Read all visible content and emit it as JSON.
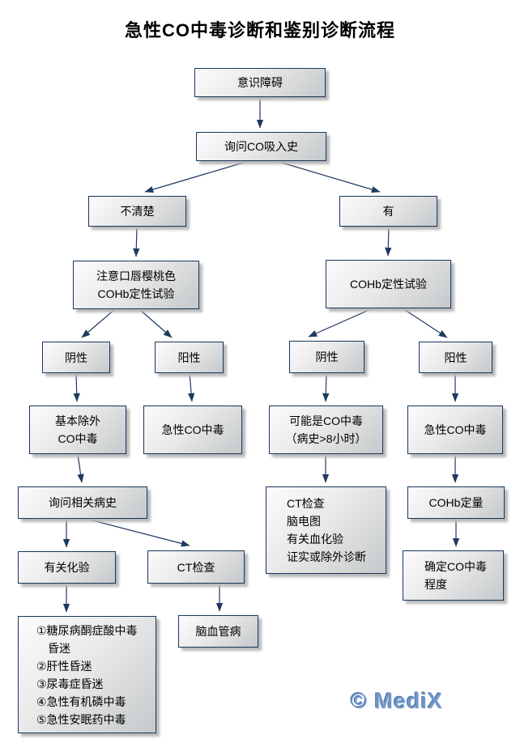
{
  "title": "急性CO中毒诊断和鉴别诊断流程",
  "watermark": "© MediX",
  "colors": {
    "box_border": "#17375d",
    "arrow": "#1f3a5f",
    "box_fill_light": "#fcfcfc",
    "box_fill_dark": "#c5c9cb",
    "watermark_blue": "#7096c8",
    "title_text": "#000000"
  },
  "nodes": {
    "consciousness_disorder": {
      "label": "意识障碍"
    },
    "ask_co_history": {
      "label": "询问CO吸入史"
    },
    "unclear": {
      "label": "不清楚"
    },
    "yes": {
      "label": "有"
    },
    "cherry_lips": {
      "label": "注意口唇樱桃色\nCOHb定性试验"
    },
    "cohb_qualitative": {
      "label": "COHb定性试验"
    },
    "negative_left": {
      "label": "阴性"
    },
    "positive_left": {
      "label": "阳性"
    },
    "negative_right": {
      "label": "阴性"
    },
    "positive_right": {
      "label": "阳性"
    },
    "rule_out_co": {
      "label": "基本除外\nCO中毒"
    },
    "acute_co_left": {
      "label": "急性CO中毒"
    },
    "possible_co": {
      "label": "可能是CO中毒\n（病史>8小时）"
    },
    "acute_co_right": {
      "label": "急性CO中毒"
    },
    "ask_related_history": {
      "label": "询问相关病史"
    },
    "ct_eeg_panel": {
      "label": "CT检查\n脑电图\n有关血化验\n证实或除外诊断"
    },
    "cohb_quantitative": {
      "label": "COHb定量"
    },
    "related_tests": {
      "label": "有关化验"
    },
    "ct_exam": {
      "label": "CT检查"
    },
    "confirm_degree": {
      "label": "确定CO中毒\n程度"
    },
    "differential_list": {
      "label": "①糖尿病酮症酸中毒\n　昏迷\n②肝性昏迷\n③尿毒症昏迷\n④急性有机磷中毒\n⑤急性安眠药中毒"
    },
    "cerebrovascular": {
      "label": "脑血管病"
    }
  }
}
